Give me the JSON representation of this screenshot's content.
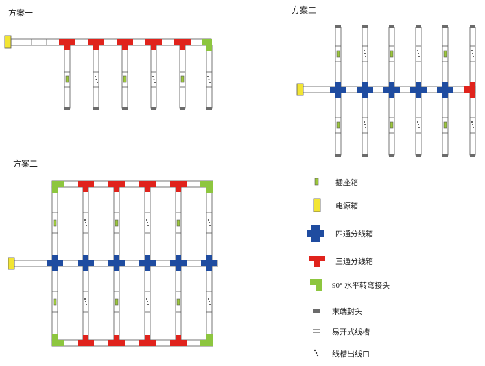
{
  "schemes": {
    "scheme1": {
      "title": "方案一"
    },
    "scheme2": {
      "title": "方案二"
    },
    "scheme3": {
      "title": "方案三"
    }
  },
  "legend": [
    {
      "key": "socket_box",
      "label": "插座箱",
      "icon": "socket-box-icon"
    },
    {
      "key": "power_box",
      "label": "电源箱",
      "icon": "power-box-icon"
    },
    {
      "key": "four_way_box",
      "label": "四通分线箱",
      "icon": "four-way-box-icon"
    },
    {
      "key": "three_way_box",
      "label": "三通分线箱",
      "icon": "three-way-box-icon"
    },
    {
      "key": "elbow_90",
      "label": "90° 水平转弯接头",
      "icon": "elbow-90-icon"
    },
    {
      "key": "end_cap",
      "label": "末端封头",
      "icon": "end-cap-icon"
    },
    {
      "key": "open_trunking",
      "label": "易开式线槽",
      "icon": "open-trunking-icon"
    },
    {
      "key": "trunking_outlet",
      "label": "线槽出线口",
      "icon": "trunking-outlet-icon"
    }
  ],
  "colors": {
    "socket": "#9cc73a",
    "power": "#f2e533",
    "four_way": "#1f4ca0",
    "three_way": "#e0231c",
    "elbow": "#8dc63f",
    "end_cap": "#6b6b6b",
    "outline": "#555555"
  }
}
